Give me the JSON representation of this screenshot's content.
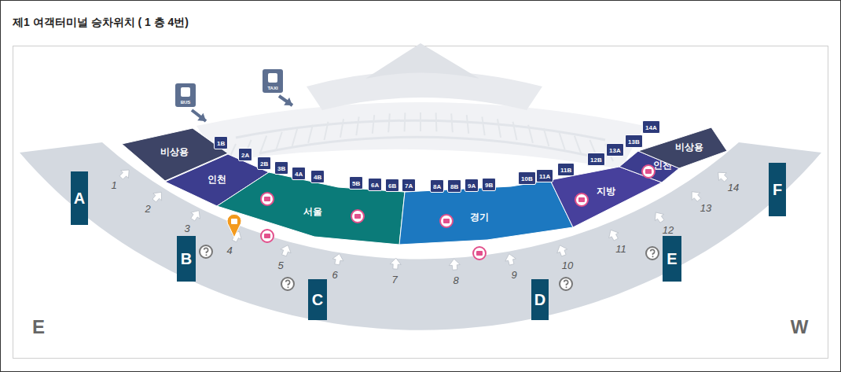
{
  "diagram": {
    "title": "제1 여객터미널 승차위치 ( 1 층 4번)",
    "nodes": [
      {
        "text": [
          "비상용"
        ]
      },
      {
        "text": [
          "인천"
        ]
      },
      {
        "text": [
          "서울"
        ]
      },
      {
        "text": [
          "경기"
        ]
      },
      {
        "text": [
          "지방"
        ]
      },
      {
        "text": [
          "인천"
        ]
      },
      {
        "text": [
          "비상용"
        ]
      },
      {
        "text": [
          "A"
        ]
      },
      {
        "text": [
          "B"
        ]
      },
      {
        "text": [
          "C"
        ]
      },
      {
        "text": [
          "D"
        ]
      },
      {
        "text": [
          "E"
        ]
      },
      {
        "text": [
          "F"
        ]
      },
      {
        "text": [
          "1B"
        ]
      },
      {
        "text": [
          "2A"
        ]
      },
      {
        "text": [
          "2B"
        ]
      },
      {
        "text": [
          "3B"
        ]
      },
      {
        "text": [
          "4A"
        ]
      },
      {
        "text": [
          "4B"
        ]
      },
      {
        "text": [
          "5B"
        ]
      },
      {
        "text": [
          "6A"
        ]
      },
      {
        "text": [
          "6B"
        ]
      },
      {
        "text": [
          "7A"
        ]
      },
      {
        "text": [
          "8A"
        ]
      },
      {
        "text": [
          "8B"
        ]
      },
      {
        "text": [
          "9A"
        ]
      },
      {
        "text": [
          "9B"
        ]
      },
      {
        "text": [
          "10B"
        ]
      },
      {
        "text": [
          "11A"
        ]
      },
      {
        "text": [
          "11B"
        ]
      },
      {
        "text": [
          "12B"
        ]
      },
      {
        "text": [
          "13A"
        ]
      },
      {
        "text": [
          "13B"
        ]
      },
      {
        "text": [
          "14A"
        ]
      }
    ],
    "labels": [
      "BUS",
      "TAXI",
      "1",
      "2",
      "3",
      "4",
      "5",
      "6",
      "7",
      "8",
      "9",
      "10",
      "11",
      "12",
      "13",
      "14",
      "E",
      "W"
    ]
  }
}
